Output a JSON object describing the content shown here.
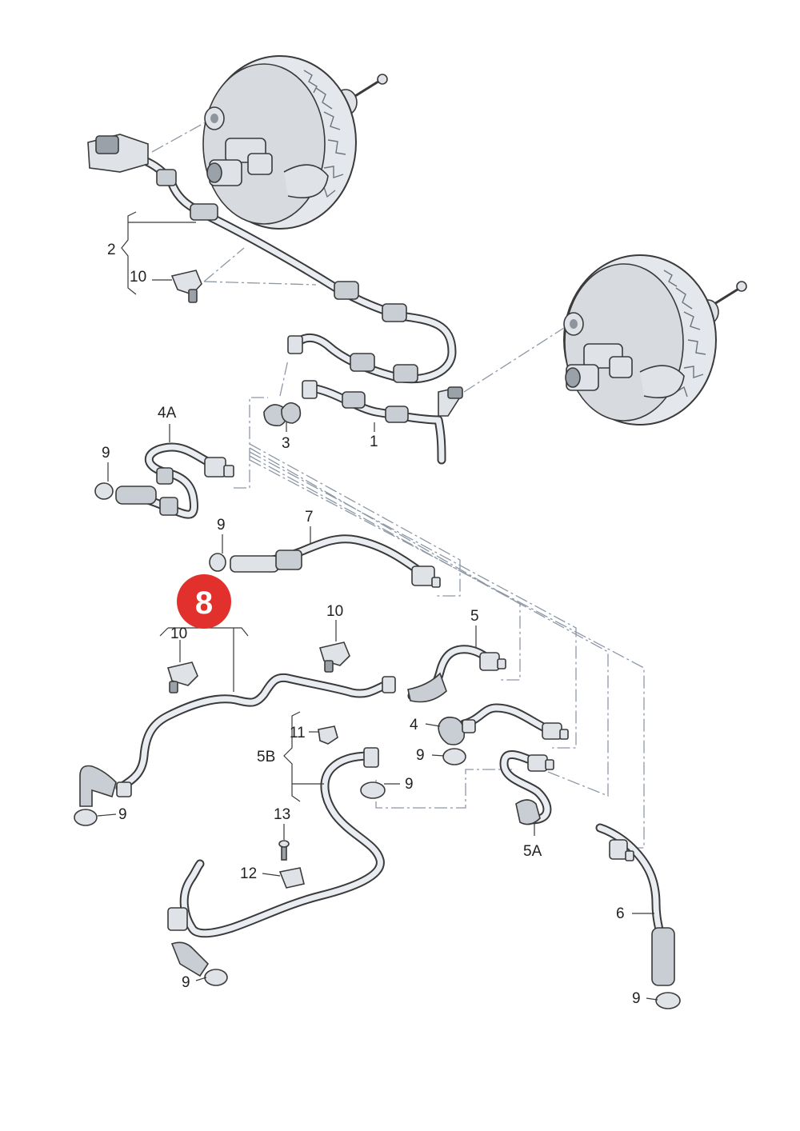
{
  "badge": {
    "label": "8",
    "color": "#e2302d"
  },
  "callouts": [
    {
      "id": "c-2",
      "text": "2"
    },
    {
      "id": "c-10a",
      "text": "10"
    },
    {
      "id": "c-4a",
      "text": "4A"
    },
    {
      "id": "c-9a",
      "text": "9"
    },
    {
      "id": "c-3",
      "text": "3"
    },
    {
      "id": "c-1",
      "text": "1"
    },
    {
      "id": "c-9b",
      "text": "9"
    },
    {
      "id": "c-7",
      "text": "7"
    },
    {
      "id": "c-10b",
      "text": "10"
    },
    {
      "id": "c-10c",
      "text": "10"
    },
    {
      "id": "c-5",
      "text": "5"
    },
    {
      "id": "c-4",
      "text": "4"
    },
    {
      "id": "c-11",
      "text": "11"
    },
    {
      "id": "c-5b",
      "text": "5B"
    },
    {
      "id": "c-9c",
      "text": "9"
    },
    {
      "id": "c-9d",
      "text": "9"
    },
    {
      "id": "c-9e",
      "text": "9"
    },
    {
      "id": "c-13",
      "text": "13"
    },
    {
      "id": "c-5a",
      "text": "5A"
    },
    {
      "id": "c-12",
      "text": "12"
    },
    {
      "id": "c-6",
      "text": "6"
    },
    {
      "id": "c-9f",
      "text": "9"
    },
    {
      "id": "c-9g",
      "text": "9"
    }
  ]
}
